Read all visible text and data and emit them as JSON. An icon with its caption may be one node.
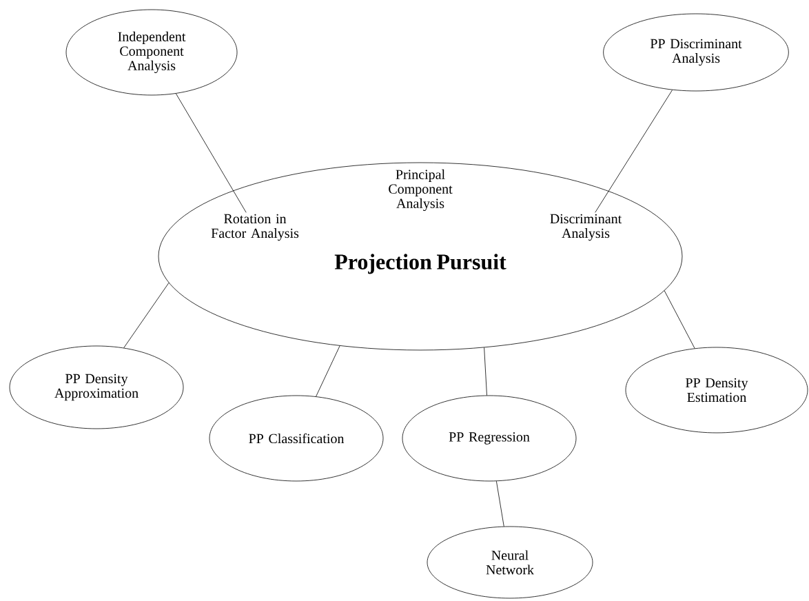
{
  "diagram": {
    "nodes": [
      {
        "text": [
          "Independent Component Analysis"
        ]
      },
      {
        "text": [
          "PP Discriminant Analysis"
        ]
      },
      {
        "text": [
          "Projection Pursuit"
        ]
      },
      {
        "text": [
          "Rotation in Factor Analysis"
        ],
        "in": 2
      },
      {
        "text": [
          "Discriminant Analysis"
        ],
        "in": 2
      },
      {
        "text": [
          "PP Density Approximation"
        ]
      },
      {
        "text": [
          "PP Density Estimation"
        ]
      },
      {
        "text": [
          "PP Classification"
        ]
      },
      {
        "text": [
          "PP Regression"
        ]
      },
      {
        "text": [
          "Neural Network"
        ]
      }
    ],
    "edges": [
      {
        "from": 0,
        "to": 3,
        "arrow": "none"
      },
      {
        "from": 1,
        "to": 4,
        "arrow": "none"
      },
      {
        "from": 2,
        "to": 5,
        "arrow": "none"
      },
      {
        "from": 2,
        "to": 6,
        "arrow": "none"
      },
      {
        "from": 2,
        "to": 7,
        "arrow": "none"
      },
      {
        "from": 2,
        "to": 8,
        "arrow": "none"
      },
      {
        "from": 8,
        "to": 9,
        "arrow": "none"
      }
    ],
    "labels": [
      "Principal Component Analysis"
    ]
  }
}
